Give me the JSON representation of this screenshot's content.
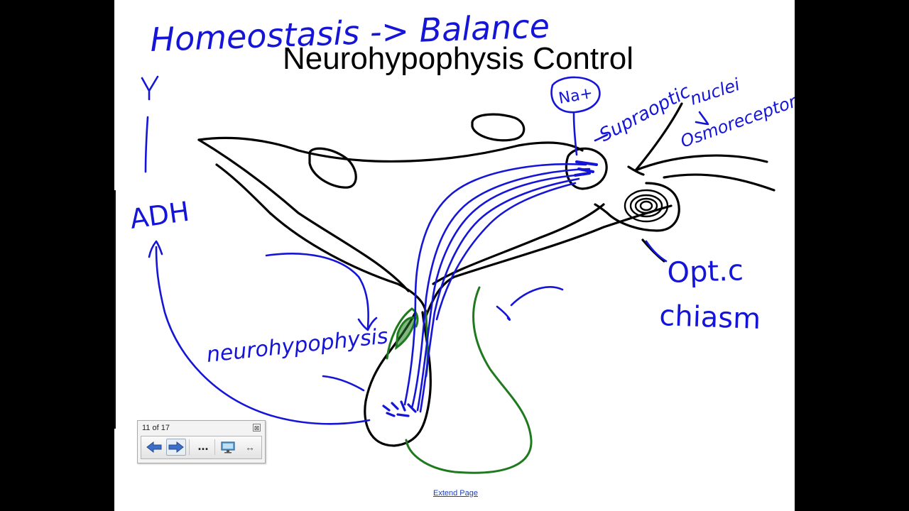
{
  "slide": {
    "title": "Neurohypophysis Control",
    "extend_page_label": "Extend Page"
  },
  "handwriting": {
    "homeostasis": "Homeostasis -> Balance",
    "adh": "ADH",
    "nat": "Na+",
    "supraoptic": "Supraoptic",
    "nuclei": "nuclei",
    "osmoreceptors": "Osmoreceptors",
    "optic": "Opt.c",
    "chiasm": "chiasm",
    "neurohypophysis": "neurohypophysis"
  },
  "navigator": {
    "page_counter": "11 of 17",
    "close_symbol": "⊠",
    "more_label": "...",
    "dock_symbol": "↔"
  },
  "colors": {
    "ink_blue": "#1515d8",
    "ink_black": "#000000",
    "ink_green": "#1f7a1f",
    "link_blue": "#1a3fbf"
  }
}
